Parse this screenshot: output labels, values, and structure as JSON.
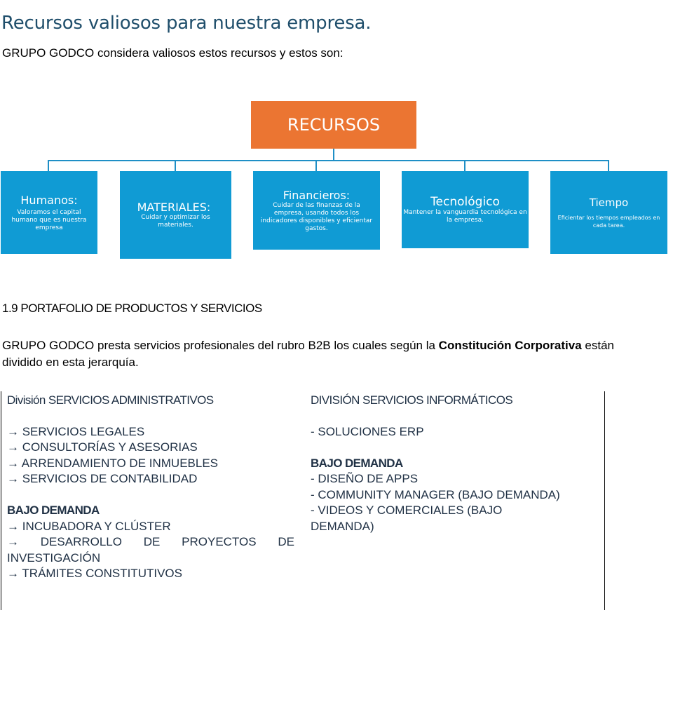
{
  "heading": "Recursos valiosos para nuestra empresa.",
  "intro": "GRUPO GODCO considera valiosos estos recursos y estos son:",
  "org_chart": {
    "root": "RECURSOS",
    "children": [
      {
        "title": "Humanos:",
        "desc": "Valoramos el capital humano que es nuestra empresa"
      },
      {
        "title": "MATERIALES:",
        "desc": "Cuidar y optimizar los materiales."
      },
      {
        "title": "Financieros:",
        "desc": "Cuidar de las finanzas de la empresa, usando todos los indicadores disponibles y eficientar gastos."
      },
      {
        "title": "Tecnológico",
        "desc": "Mantener la vanguardia tecnológica en la empresa."
      },
      {
        "title": "Tiempo",
        "desc": "Eficientar los tiempos empleados en cada tarea."
      }
    ],
    "colors": {
      "root": "#eb7532",
      "child": "#109bd4",
      "connector": "#1f8fc6"
    }
  },
  "section_title": "1.9 PORTAFOLIO DE PRODUCTOS Y SERVICIOS",
  "paragraph": {
    "part1": "GRUPO GODCO presta servicios profesionales del rubro B2B los cuales según la ",
    "bold": "Constitución Corporativa",
    "part2": " están dividido en esta jerarquía."
  },
  "divisions": {
    "admin": {
      "title": "División SERVICIOS ADMINISTRATIVOS",
      "items": [
        "→ SERVICIOS LEGALES",
        "→ CONSULTORÍAS Y ASESORIAS",
        "→ ARRENDAMIENTO DE INMUEBLES",
        "→ SERVICIOS DE CONTABILIDAD"
      ],
      "on_demand_title": "BAJO DEMANDA",
      "on_demand_items": [
        "→ INCUBADORA Y CLÚSTER",
        "→ DESARROLLO DE PROYECTOS DE INVESTIGACIÓN",
        "→ TRÁMITES CONSTITUTIVOS"
      ]
    },
    "it": {
      "title": "DIVISIÓN SERVICIOS INFORMÁTICOS",
      "items": [
        "- SOLUCIONES ERP"
      ],
      "on_demand_title": "BAJO DEMANDA",
      "on_demand_items": [
        "- DISEÑO DE APPS",
        "- COMMUNITY MANAGER (BAJO DEMANDA)",
        "- VIDEOS Y COMERCIALES (BAJO DEMANDA)"
      ]
    }
  }
}
